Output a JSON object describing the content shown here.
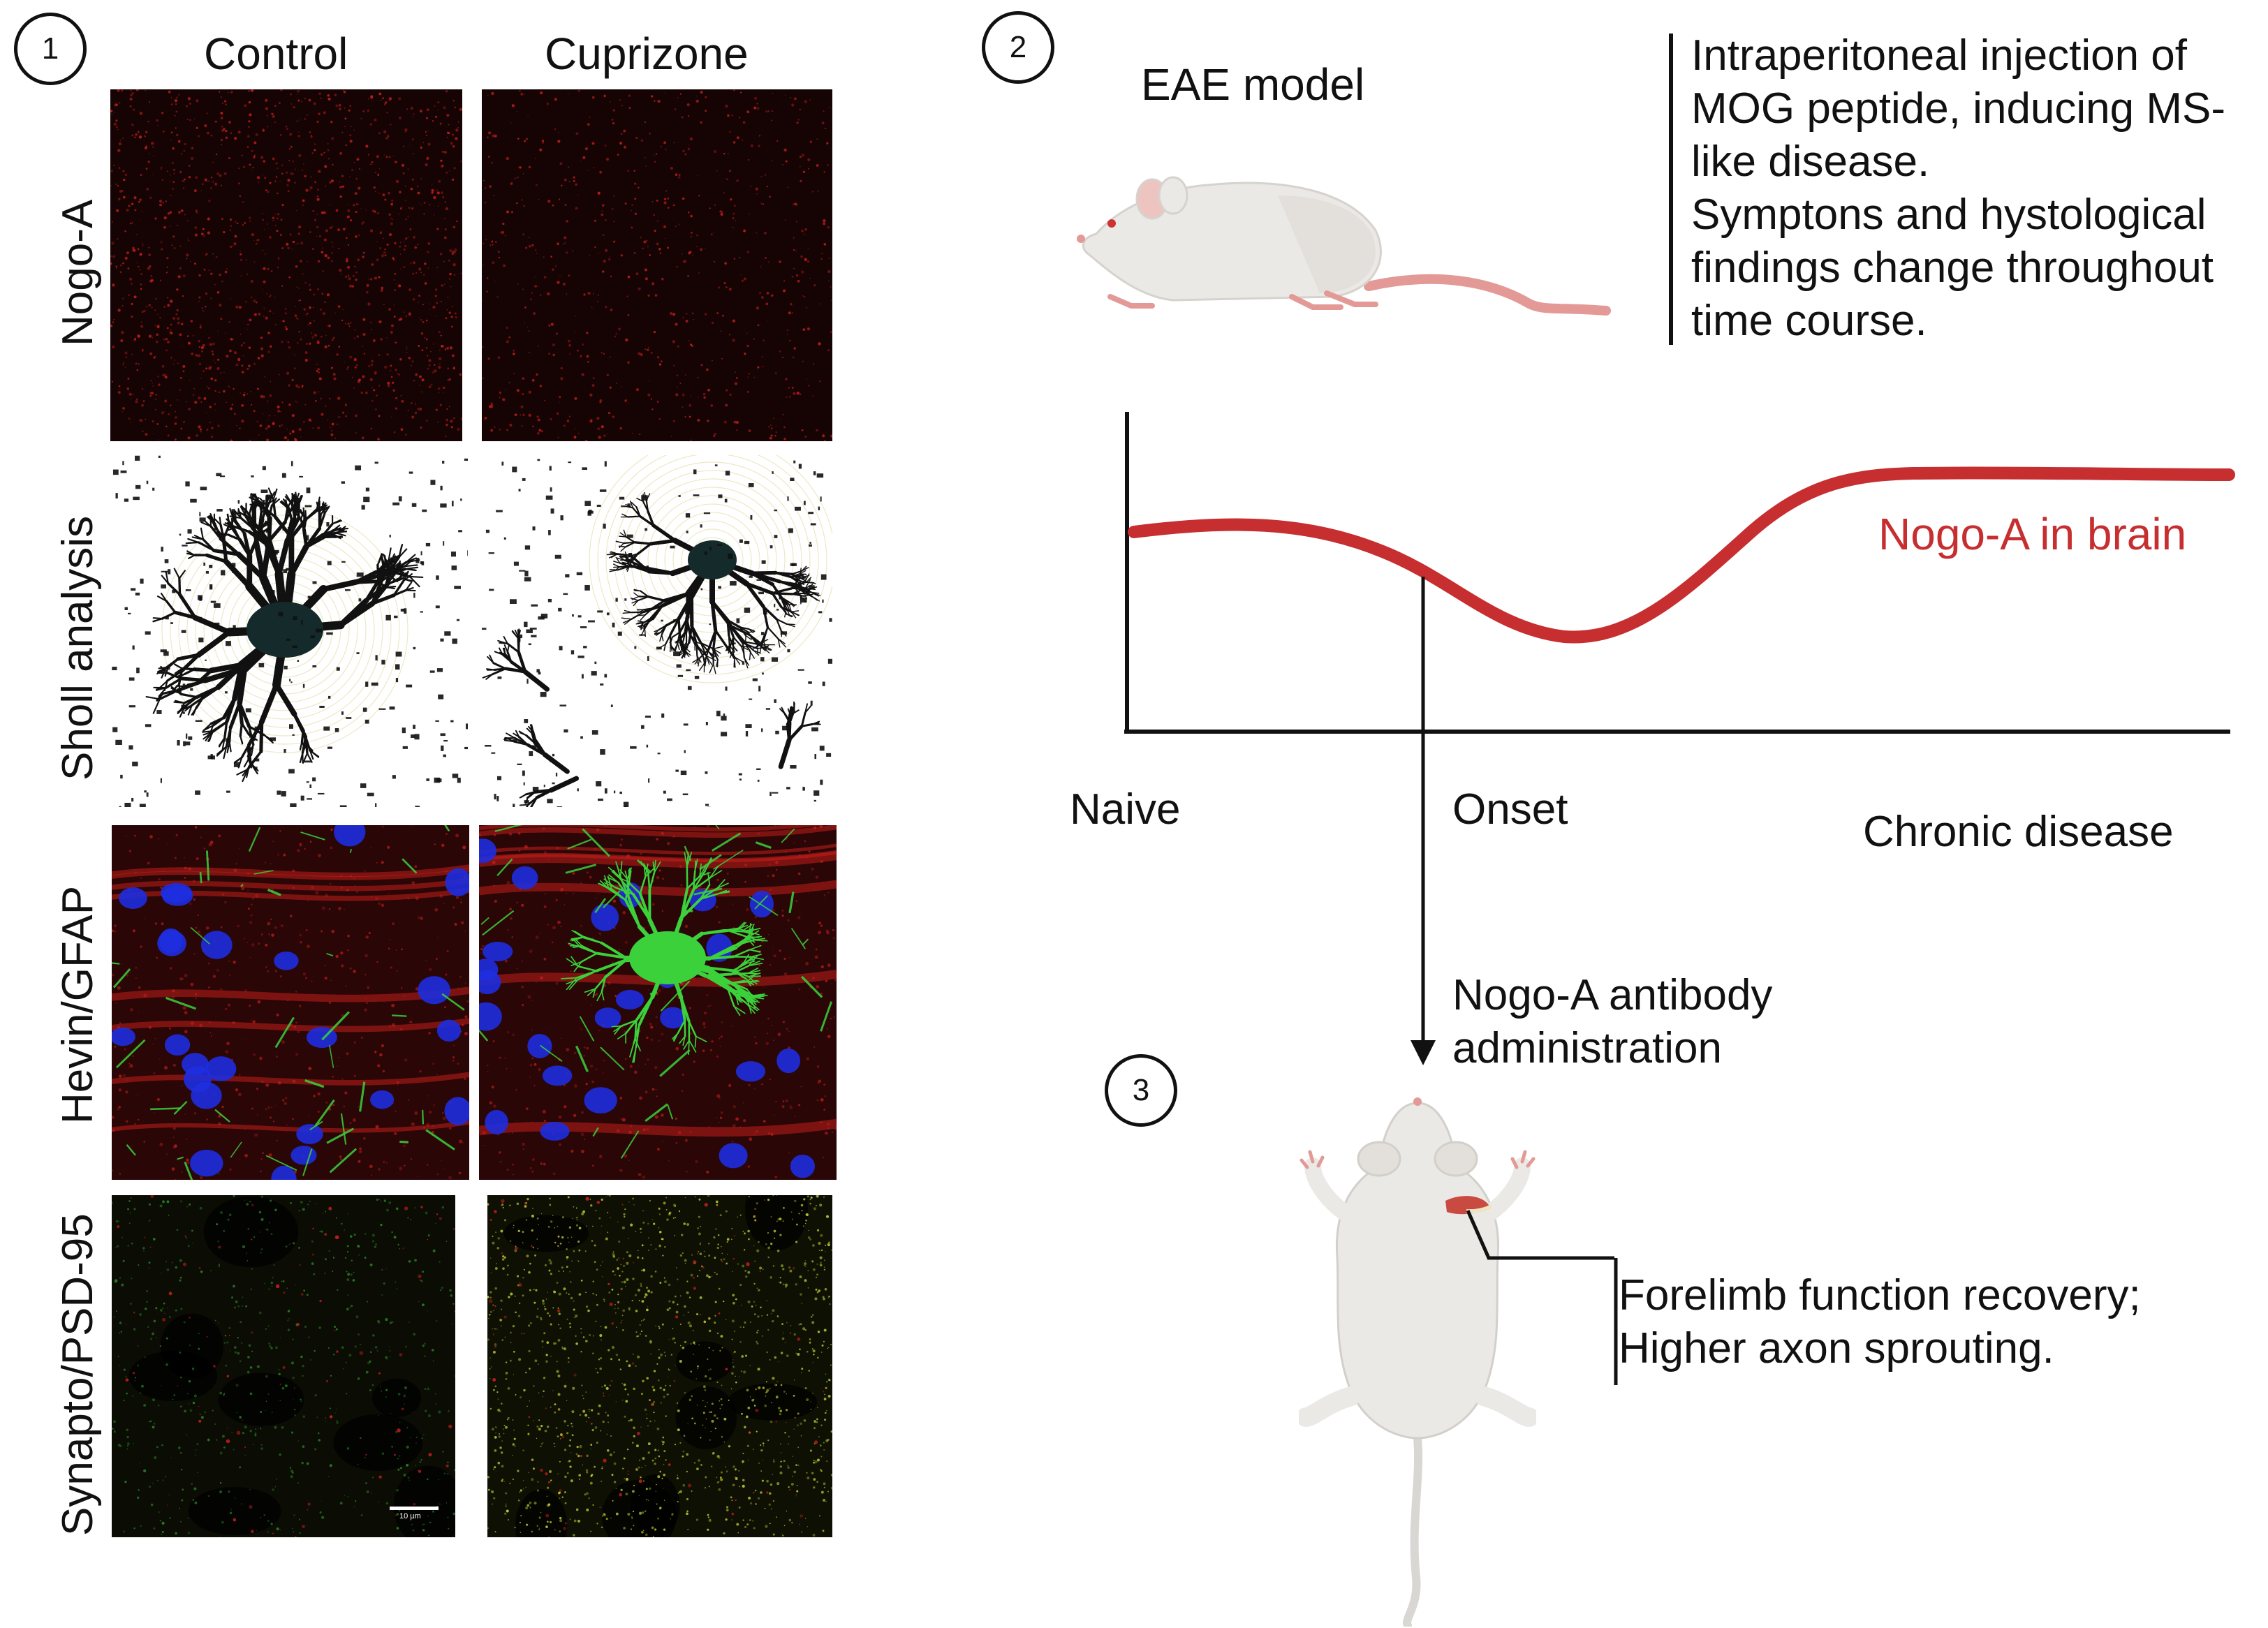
{
  "panel_numbers": {
    "p1": "1",
    "p2": "2",
    "p3": "3"
  },
  "panel1": {
    "columns": [
      "Control",
      "Cuprizone"
    ],
    "rows": [
      "Nogo-A",
      "Sholl analysis",
      "Hevin/GFAP",
      "Synapto/PSD-95"
    ],
    "scale_bar": "10 µm"
  },
  "panel2": {
    "model_title": "EAE model",
    "description_lines": [
      "Intraperitoneal injection of",
      "MOG peptide, inducing MS-",
      "like disease.",
      "Symptons and hystological",
      "findings change throughout",
      "time course."
    ],
    "curve_label": "Nogo-A in brain",
    "x_labels": {
      "naive": "Naive",
      "onset": "Onset",
      "chronic": "Chronic disease"
    },
    "intervention_lines": [
      "Nogo-A antibody",
      "administration"
    ]
  },
  "panel3": {
    "outcome_lines": [
      "Forelimb function recovery;",
      "Higher axon sprouting."
    ]
  },
  "colors": {
    "curve": "#c62e30",
    "stain_red": "#d0201c",
    "stain_green": "#3bd13b",
    "stain_blue": "#1e2ee0",
    "stain_yellow": "#c9d436"
  }
}
